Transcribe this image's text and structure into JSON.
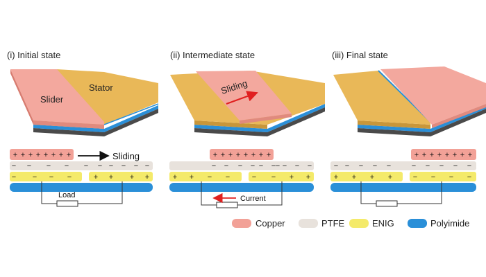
{
  "colors": {
    "copper": "#f2a197",
    "copper_top": "#f5ada3",
    "ptfe": "#e8e2dc",
    "enig": "#f4ea6a",
    "polyimide": "#2a8fd8",
    "gold_top": "#e9b858",
    "gold_side": "#c8963a",
    "wire": "#333333",
    "arrow_red": "#e02020"
  },
  "panels": [
    {
      "title": "(i) Initial state",
      "slider_label": "Slider",
      "stator_label": "Stator",
      "top_charges": [
        "+",
        "+",
        "+",
        "+",
        "+",
        "+",
        "+",
        "+"
      ],
      "ptfe_charges": [
        "−",
        "−",
        "−",
        "−",
        "−",
        "−",
        "−",
        "−",
        "−",
        "−"
      ],
      "enig_charges": [
        "−",
        "−",
        "−",
        "−",
        "+",
        "+",
        "+",
        "+"
      ],
      "sliding_text": "Sliding",
      "load_label": "Load"
    },
    {
      "title": "(ii) Intermediate state",
      "sliding_label": "Sliding",
      "top_charges": [
        "+",
        "+",
        "+",
        "+",
        "+",
        "+",
        "+",
        "+"
      ],
      "ptfe_charges": [
        "−",
        "−",
        "−",
        "−",
        "−",
        "−",
        "−",
        "−",
        "−",
        "−"
      ],
      "enig_charges": [
        "+",
        "+",
        "−",
        "−",
        "−",
        "−",
        "+",
        "+"
      ],
      "current_label": "Current"
    },
    {
      "title": "(iii) Final state",
      "top_charges": [
        "+",
        "+",
        "+",
        "+",
        "+",
        "+",
        "+",
        "+"
      ],
      "ptfe_charges": [
        "−",
        "−",
        "−",
        "−",
        "−",
        "−",
        "−",
        "−",
        "−",
        "−"
      ],
      "enig_charges": [
        "+",
        "+",
        "+",
        "+",
        "−",
        "−",
        "−",
        "−"
      ]
    }
  ],
  "legend": [
    {
      "label": "Copper",
      "color": "#f2a197"
    },
    {
      "label": "PTFE",
      "color": "#e8e2dc"
    },
    {
      "label": "ENIG",
      "color": "#f4ea6a"
    },
    {
      "label": "Polyimide",
      "color": "#2a8fd8"
    }
  ]
}
